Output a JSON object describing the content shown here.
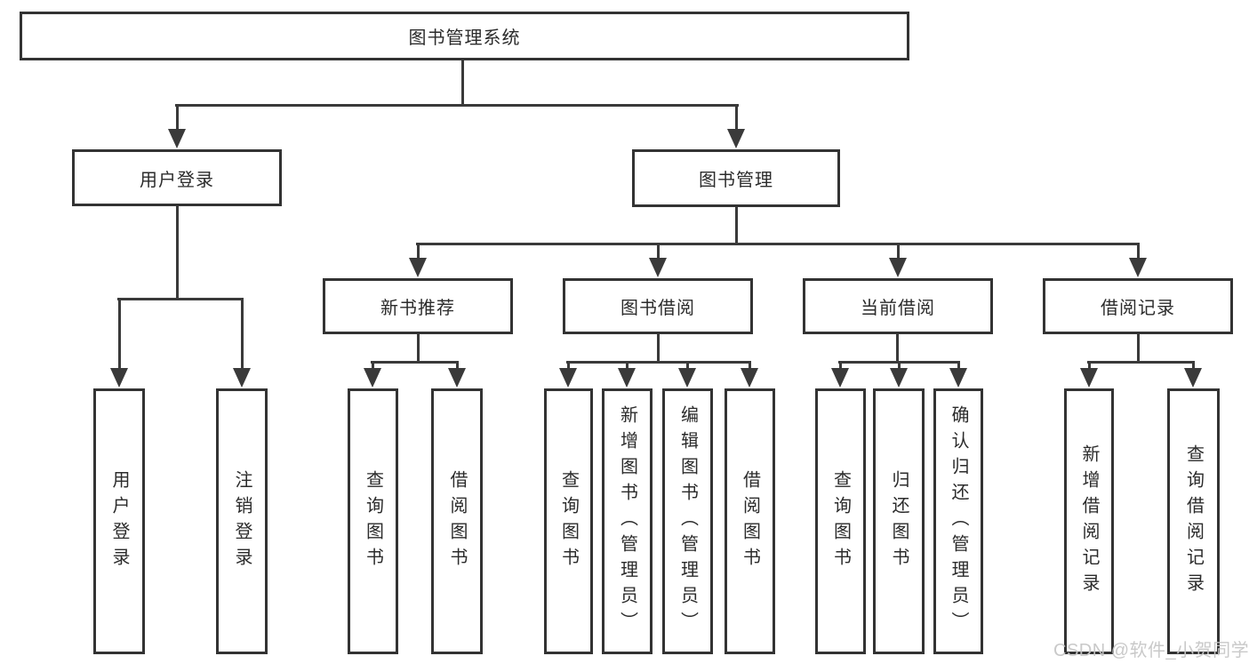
{
  "diagram": {
    "title": "图书管理系统",
    "level2": [
      {
        "label": "用户登录",
        "parent": "图书管理系统"
      },
      {
        "label": "图书管理",
        "parent": "图书管理系统"
      }
    ],
    "level3": [
      {
        "label": "新书推荐",
        "parent": "图书管理"
      },
      {
        "label": "图书借阅",
        "parent": "图书管理"
      },
      {
        "label": "当前借阅",
        "parent": "图书管理"
      },
      {
        "label": "借阅记录",
        "parent": "图书管理"
      }
    ],
    "leaves": [
      {
        "label": "用户登录",
        "parent": "用户登录"
      },
      {
        "label": "注销登录",
        "parent": "用户登录"
      },
      {
        "label": "查询图书",
        "parent": "新书推荐"
      },
      {
        "label": "借阅图书",
        "parent": "新书推荐"
      },
      {
        "label": "查询图书",
        "parent": "图书借阅"
      },
      {
        "label": "新增图书（管理员）",
        "parent": "图书借阅"
      },
      {
        "label": "编辑图书（管理员）",
        "parent": "图书借阅"
      },
      {
        "label": "借阅图书",
        "parent": "图书借阅"
      },
      {
        "label": "查询图书",
        "parent": "当前借阅"
      },
      {
        "label": "归还图书",
        "parent": "当前借阅"
      },
      {
        "label": "确认归还（管理员）",
        "parent": "当前借阅"
      },
      {
        "label": "新增借阅记录",
        "parent": "借阅记录"
      },
      {
        "label": "查询借阅记录",
        "parent": "借阅记录"
      }
    ]
  },
  "watermark": {
    "text": "CSDN @软件_小贺同学"
  },
  "colors": {
    "line": "#3a3a3a",
    "box_border": "#333333",
    "text": "#2b2b2b",
    "background": "#ffffff",
    "watermark": "#c6c6c6"
  }
}
